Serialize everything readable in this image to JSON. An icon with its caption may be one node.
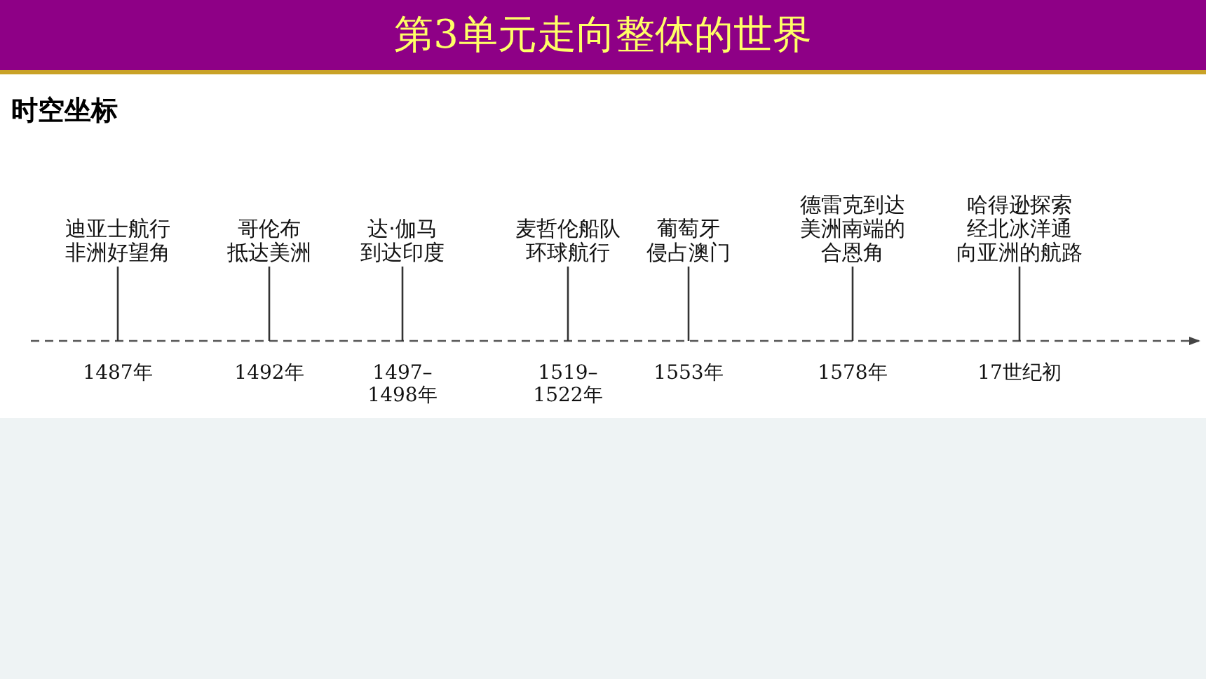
{
  "diagram": {
    "title": "第3单元走向整体的世界",
    "nodes": [
      {
        "text": [
          "迪亚士航行非洲好望角"
        ]
      },
      {
        "text": [
          "哥伦布抵达美洲"
        ]
      },
      {
        "text": [
          "达·伽马到达印度"
        ]
      },
      {
        "text": [
          "麦哲伦船队环球航行"
        ]
      },
      {
        "text": [
          "葡萄牙侵占澳门"
        ]
      },
      {
        "text": [
          "德雷克到达美洲南端的合恩角"
        ]
      },
      {
        "text": [
          "哈得逊探索经北冰洋通向亚洲的航路"
        ]
      }
    ],
    "edges": [
      {
        "from": 0,
        "to": null,
        "arrow": "none"
      },
      {
        "from": 1,
        "to": null,
        "arrow": "none"
      },
      {
        "from": 2,
        "to": null,
        "arrow": "none"
      },
      {
        "from": 3,
        "to": null,
        "arrow": "none"
      },
      {
        "from": 4,
        "to": null,
        "arrow": "none"
      },
      {
        "from": 5,
        "to": null,
        "arrow": "none"
      },
      {
        "from": 6,
        "to": null,
        "arrow": "none"
      }
    ],
    "labels": [
      "时空坐标",
      "1487年",
      "1492年",
      "1497–1498年",
      "1519–1522年",
      "1553年",
      "1578年",
      "17世纪初"
    ]
  }
}
